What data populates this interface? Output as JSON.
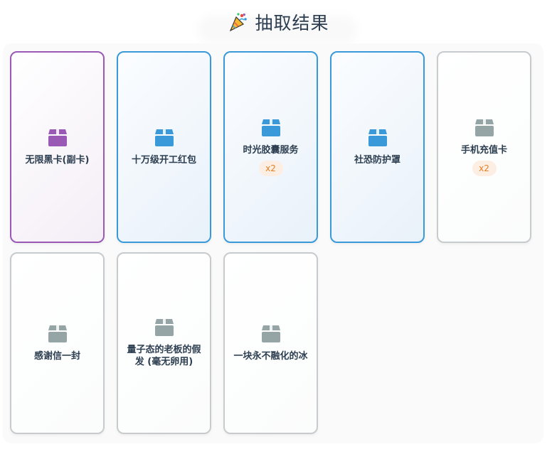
{
  "header": {
    "title": "抽取结果",
    "icon": "party-popper-icon"
  },
  "results": [
    {
      "name": "无限黑卡(副卡)",
      "rarity": "epic",
      "qty": "",
      "icon_color": "#9b59b6"
    },
    {
      "name": "十万级开工红包",
      "rarity": "rare",
      "qty": "",
      "icon_color": "#3a9ad9"
    },
    {
      "name": "时光胶囊服务",
      "rarity": "rare",
      "qty": "x2",
      "icon_color": "#3a9ad9"
    },
    {
      "name": "社恐防护罩",
      "rarity": "rare",
      "qty": "",
      "icon_color": "#3a9ad9"
    },
    {
      "name": "手机充值卡",
      "rarity": "common",
      "qty": "x2",
      "icon_color": "#95a5a6"
    },
    {
      "name": "感谢信一封",
      "rarity": "common",
      "qty": "",
      "icon_color": "#95a5a6"
    },
    {
      "name": "量子态的老板的假发 (毫无卵用)",
      "rarity": "common",
      "qty": "",
      "icon_color": "#95a5a6"
    },
    {
      "name": "一块永不融化的冰",
      "rarity": "common",
      "qty": "",
      "icon_color": "#95a5a6"
    }
  ]
}
